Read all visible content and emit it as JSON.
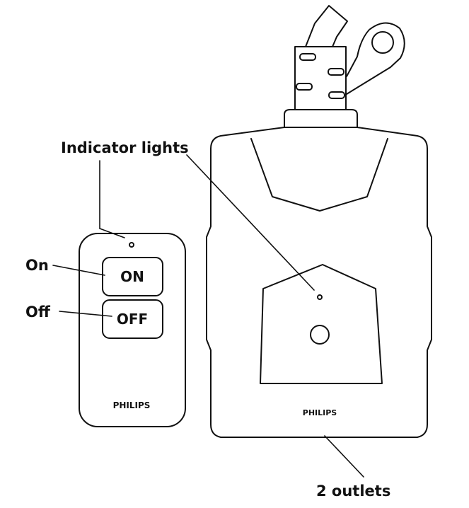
{
  "labels": {
    "indicator_lights": "Indicator lights",
    "on": "On",
    "off": "Off",
    "outlets": "2 outlets"
  },
  "remote": {
    "on_button": "ON",
    "off_button": "OFF",
    "brand": "PHILIPS"
  },
  "receiver": {
    "brand": "PHILIPS"
  },
  "colors": {
    "line": "#111111",
    "background": "#ffffff"
  }
}
